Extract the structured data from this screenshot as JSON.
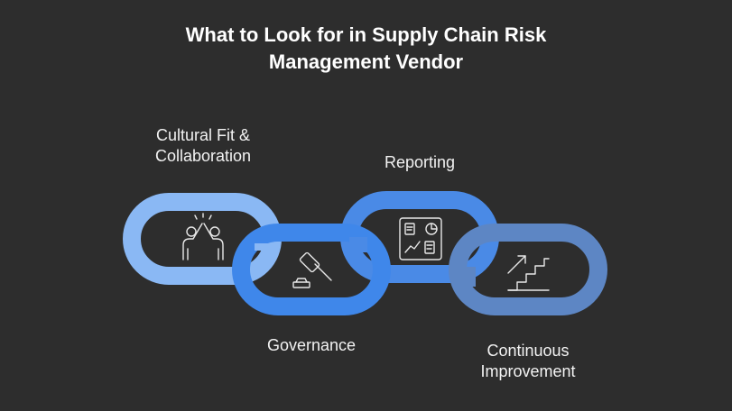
{
  "title": {
    "line1": "What to Look for in Supply Chain Risk",
    "line2": "Management Vendor"
  },
  "links": [
    {
      "id": "cultural",
      "label_lines": [
        "Cultural Fit &",
        "Collaboration"
      ],
      "icon": "high-five-icon",
      "color": "#8ab8f4"
    },
    {
      "id": "governance",
      "label_lines": [
        "Governance"
      ],
      "icon": "gavel-icon",
      "color": "#3f87ea"
    },
    {
      "id": "reporting",
      "label_lines": [
        "Reporting"
      ],
      "icon": "dashboard-report-icon",
      "color": "#4a8ae6"
    },
    {
      "id": "continuous",
      "label_lines": [
        "Continuous",
        "Improvement"
      ],
      "icon": "stairs-growth-icon",
      "color": "#5d86c4"
    }
  ],
  "colors": {
    "background": "#2d2d2d",
    "text": "#ffffff",
    "icon": "#e8e8e8"
  }
}
